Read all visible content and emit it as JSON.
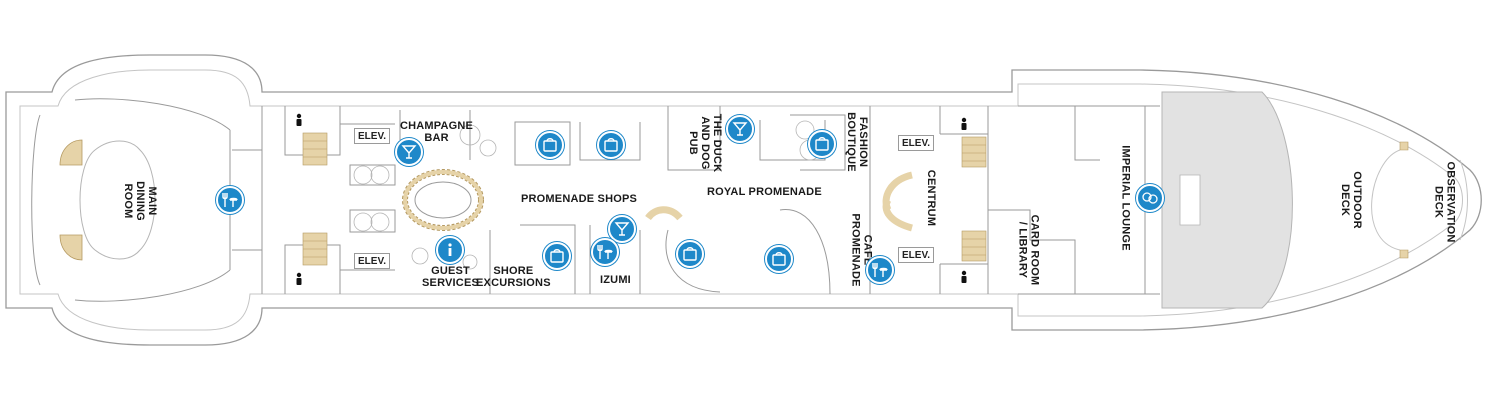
{
  "deck_map": {
    "venues": {
      "main_dining_room": [
        "MAIN",
        "DINING",
        "ROOM"
      ],
      "champagne_bar": [
        "CHAMPAGNE",
        "BAR"
      ],
      "promenade_shops": "PROMENADE SHOPS",
      "royal_promenade": "ROYAL PROMENADE",
      "duck_and_dog_pub": [
        "THE DUCK",
        "AND DOG",
        "PUB"
      ],
      "fashion_boutique": [
        "FASHION",
        "BOUTIQUE"
      ],
      "centrum": "CENTRUM",
      "cafe_promenade": [
        "CAFÉ",
        "PROMENADE"
      ],
      "guest_services": [
        "GUEST",
        "SERVICES"
      ],
      "shore_excursions": [
        "SHORE",
        "EXCURSIONS"
      ],
      "izumi": "IZUMI",
      "card_room_library": [
        "CARD ROOM",
        "/ LIBRARY"
      ],
      "imperial_lounge": "IMPERIAL LOUNGE",
      "outdoor_deck": [
        "OUTDOOR",
        "DECK"
      ],
      "observation_deck": [
        "OBSERVATION",
        "DECK"
      ]
    },
    "elevators": [
      "ELEV.",
      "ELEV.",
      "ELEV.",
      "ELEV."
    ],
    "colors": {
      "icon_blue": "#1e88c9",
      "outline": "#9a9a9a",
      "stairs": "#e6d3a8",
      "lounge_fill": "#e2e2e2"
    },
    "icons": [
      "dining-icon",
      "bar-icon",
      "shop-icon",
      "info-icon",
      "lounge-icon",
      "restroom-icon"
    ]
  }
}
